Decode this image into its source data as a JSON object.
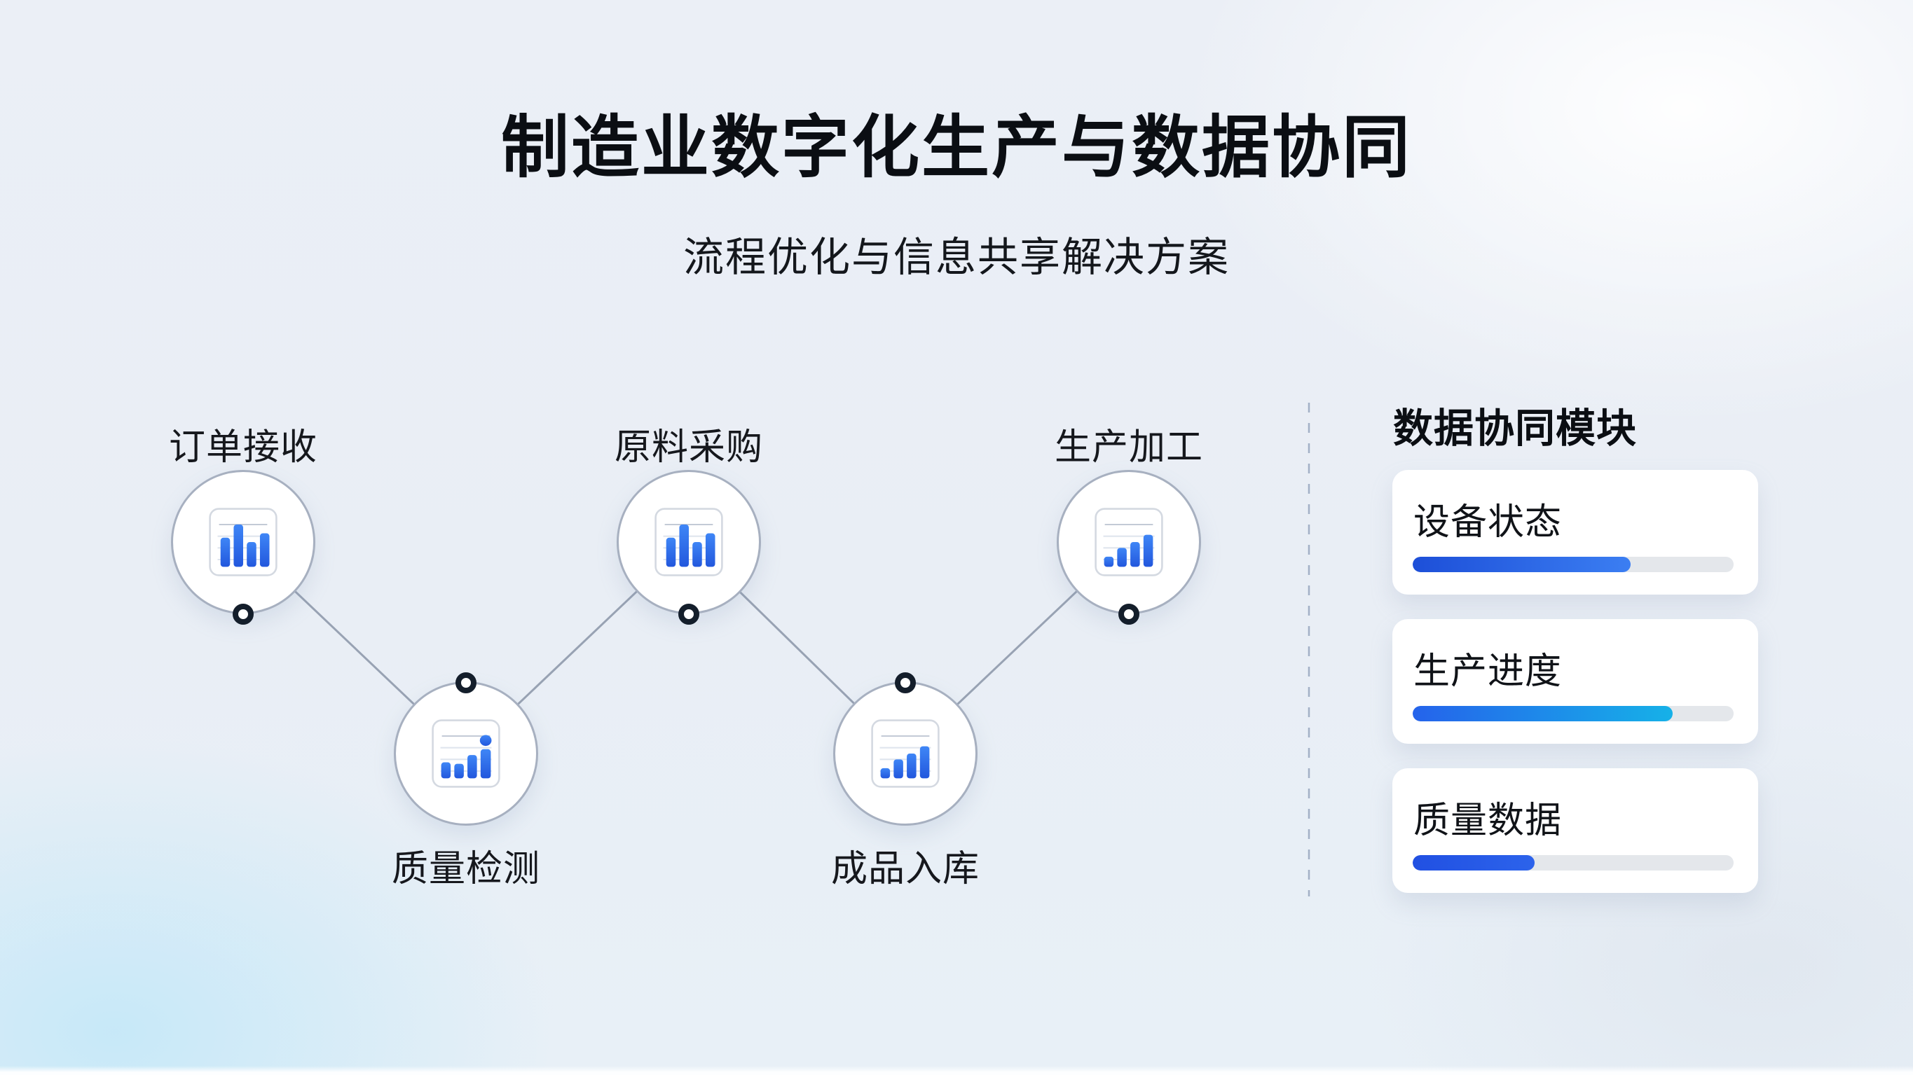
{
  "page": {
    "title": "制造业数字化生产与数据协同",
    "subtitle": "流程优化与信息共享解决方案"
  },
  "flow": {
    "nodes": [
      {
        "label": "订单接收",
        "icon": "bar-chart-icon",
        "row": "top"
      },
      {
        "label": "质量检测",
        "icon": "rising-bar-chart-dot-icon",
        "row": "bottom"
      },
      {
        "label": "原料采购",
        "icon": "bar-chart-icon",
        "row": "top"
      },
      {
        "label": "成品入库",
        "icon": "rising-bar-chart-icon",
        "row": "bottom"
      },
      {
        "label": "生产加工",
        "icon": "rising-bar-chart-icon",
        "row": "top"
      }
    ]
  },
  "panel": {
    "title": "数据协同模块",
    "modules": [
      {
        "label": "设备状态",
        "progress_percent": 68,
        "bar_color_from": "#1d4fd8",
        "bar_color_to": "#3b7ef2"
      },
      {
        "label": "生产进度",
        "progress_percent": 81,
        "bar_color_from": "#2563eb",
        "bar_color_to": "#16b1e8"
      },
      {
        "label": "质量数据",
        "progress_percent": 38,
        "bar_color_from": "#2150e2",
        "bar_color_to": "#2c63eb"
      }
    ]
  },
  "colors": {
    "accent_blue": "#2e6fe8",
    "icon_bar_top": "#3f86f6",
    "icon_bar_bottom": "#2257dd",
    "connector_line": "#98a2b3",
    "circle_border": "#a7b0c0",
    "dot_ring": "#141e2b",
    "divider": "#a2b0c6",
    "progress_track": "#e4e7eb"
  }
}
